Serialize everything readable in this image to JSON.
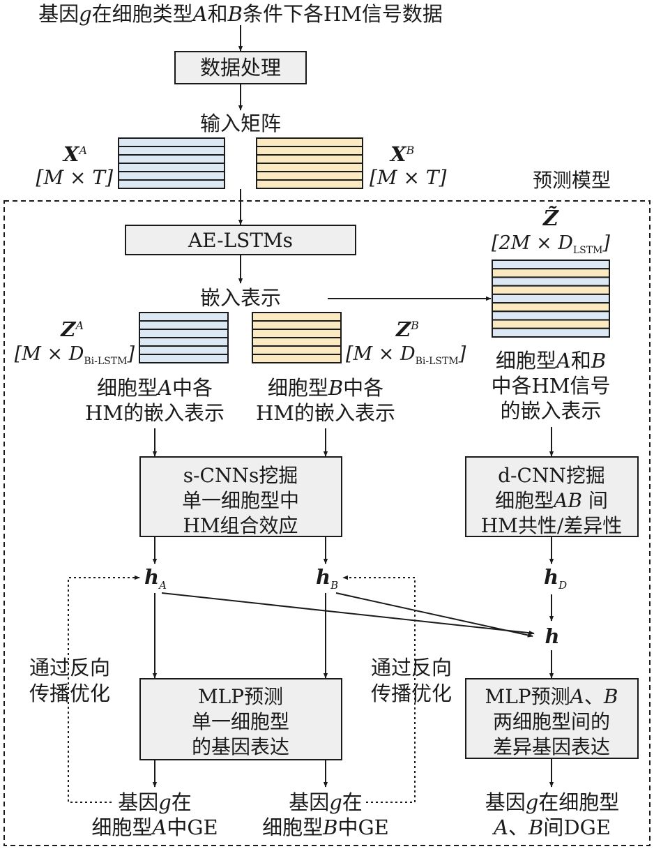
{
  "top": {
    "input_line": [
      {
        "t": "基因"
      },
      {
        "t": "g",
        "i": true
      },
      {
        "t": "在细胞类型"
      },
      {
        "t": "A",
        "i": true
      },
      {
        "t": "和"
      },
      {
        "t": "B",
        "i": true
      },
      {
        "t": "条件下各HM信号数据"
      }
    ],
    "data_processing": "数据处理",
    "input_matrix": "输入矩阵"
  },
  "matrices": {
    "xa": {
      "sym": "X",
      "sup": "A",
      "dim": "[M × T]",
      "color": "#dce9f5"
    },
    "xb": {
      "sym": "X",
      "sup": "B",
      "dim": "[M × T]",
      "color": "#fbe9c1"
    },
    "za": {
      "sym": "Z",
      "sup": "A",
      "dim_pre": "[M × D",
      "dim_sub": "Bi-LSTM",
      "dim_post": "]"
    },
    "zb": {
      "sym": "Z",
      "sup": "B",
      "dim_pre": "[M × D",
      "dim_sub": "Bi-LSTM",
      "dim_post": "]"
    },
    "ztilde": {
      "sym": "Z̃",
      "dim_pre": "[2M × D",
      "dim_sub": "LSTM",
      "dim_post": "]"
    }
  },
  "predict_model_label": "预测模型",
  "ae_lstm": "AE-LSTMs",
  "embedding_label": "嵌入表示",
  "embed_desc": {
    "a": [
      [
        {
          "t": "细胞型"
        },
        {
          "t": "A",
          "i": true
        },
        {
          "t": "中各"
        }
      ],
      [
        {
          "t": "HM的嵌入表示"
        }
      ]
    ],
    "b": [
      [
        {
          "t": "细胞型"
        },
        {
          "t": "B",
          "i": true
        },
        {
          "t": "中各"
        }
      ],
      [
        {
          "t": "HM的嵌入表示"
        }
      ]
    ],
    "ab": [
      [
        {
          "t": "细胞型"
        },
        {
          "t": "A",
          "i": true
        },
        {
          "t": "和"
        },
        {
          "t": "B",
          "i": true
        }
      ],
      [
        {
          "t": "中各HM信号"
        }
      ],
      [
        {
          "t": "的嵌入表示"
        }
      ]
    ]
  },
  "boxes": {
    "scnn": [
      [
        {
          "t": "s-CNNs挖掘"
        }
      ],
      [
        {
          "t": "单一细胞型中"
        }
      ],
      [
        {
          "t": "HM组合效应"
        }
      ]
    ],
    "dcnn": [
      [
        {
          "t": "d-CNN挖掘"
        }
      ],
      [
        {
          "t": "细胞型"
        },
        {
          "t": "AB",
          "i": true
        },
        {
          "t": " 间"
        }
      ],
      [
        {
          "t": "HM共性/差异性"
        }
      ]
    ],
    "mlp_single": [
      [
        {
          "t": "MLP预测"
        }
      ],
      [
        {
          "t": "单一细胞型"
        }
      ],
      [
        {
          "t": "的基因表达"
        }
      ]
    ],
    "mlp_diff": [
      [
        {
          "t": "MLP预测"
        },
        {
          "t": "A",
          "i": true
        },
        {
          "t": "、"
        },
        {
          "t": "B",
          "i": true
        }
      ],
      [
        {
          "t": "两细胞型间的"
        }
      ],
      [
        {
          "t": "差异基因表达"
        }
      ]
    ]
  },
  "hidden": {
    "ha": {
      "sym": "h",
      "sub": "A"
    },
    "hb": {
      "sym": "h",
      "sub": "B"
    },
    "hd": {
      "sym": "h",
      "sub": "D"
    },
    "h": {
      "sym": "h"
    }
  },
  "backprop": {
    "left": [
      "通过反向",
      "传播优化"
    ],
    "right": [
      "通过反向",
      "传播优化"
    ]
  },
  "outputs": {
    "ga": [
      [
        {
          "t": "基因"
        },
        {
          "t": "g",
          "i": true
        },
        {
          "t": "在"
        }
      ],
      [
        {
          "t": "细胞型"
        },
        {
          "t": "A",
          "i": true
        },
        {
          "t": "中GE"
        }
      ]
    ],
    "gb": [
      [
        {
          "t": "基因"
        },
        {
          "t": "g",
          "i": true
        },
        {
          "t": "在"
        }
      ],
      [
        {
          "t": "细胞型"
        },
        {
          "t": "B",
          "i": true
        },
        {
          "t": "中GE"
        }
      ]
    ],
    "dge": [
      [
        {
          "t": "基因"
        },
        {
          "t": "g",
          "i": true
        },
        {
          "t": "在细胞型"
        }
      ],
      [
        {
          "t": "A",
          "i": true
        },
        {
          "t": "、"
        },
        {
          "t": "B",
          "i": true
        },
        {
          "t": "间DGE"
        }
      ]
    ]
  },
  "colors": {
    "blue": "#dce9f5",
    "yellow": "#fbe9c1",
    "box_fill": "#efefef",
    "line": "#1a1a1a"
  }
}
